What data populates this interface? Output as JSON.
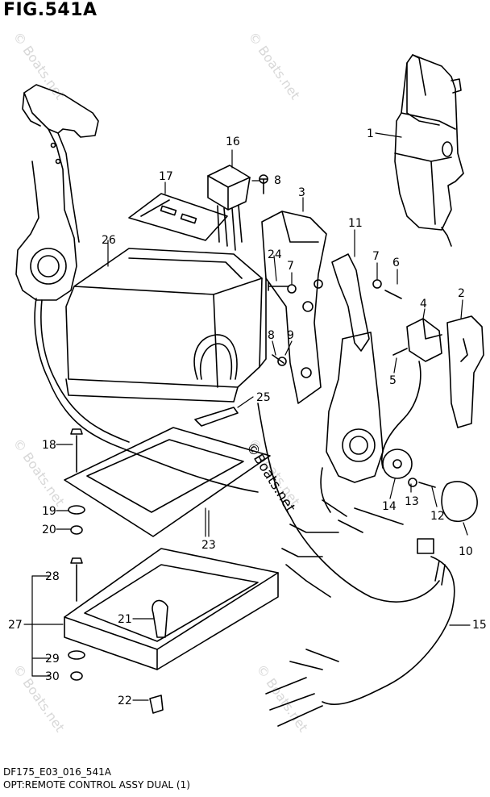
{
  "figure": {
    "title": "FIG.541A",
    "caption_code": "DF175_E03_016_541A",
    "caption_desc": "OPT:REMOTE CONTROL ASSY DUAL (1)",
    "watermark_main": "©Boats.net",
    "watermark_faint": "© Boats.net"
  },
  "callouts": [
    {
      "id": "1",
      "label": "1"
    },
    {
      "id": "2",
      "label": "2"
    },
    {
      "id": "3",
      "label": "3"
    },
    {
      "id": "4",
      "label": "4"
    },
    {
      "id": "5",
      "label": "5"
    },
    {
      "id": "6",
      "label": "6"
    },
    {
      "id": "7a",
      "label": "7"
    },
    {
      "id": "7b",
      "label": "7"
    },
    {
      "id": "8a",
      "label": "8"
    },
    {
      "id": "8b",
      "label": "8"
    },
    {
      "id": "9",
      "label": "9"
    },
    {
      "id": "10",
      "label": "10"
    },
    {
      "id": "11",
      "label": "11"
    },
    {
      "id": "12",
      "label": "12"
    },
    {
      "id": "13",
      "label": "13"
    },
    {
      "id": "14",
      "label": "14"
    },
    {
      "id": "15",
      "label": "15"
    },
    {
      "id": "16",
      "label": "16"
    },
    {
      "id": "17",
      "label": "17"
    },
    {
      "id": "18",
      "label": "18"
    },
    {
      "id": "19",
      "label": "19"
    },
    {
      "id": "20",
      "label": "20"
    },
    {
      "id": "21",
      "label": "21"
    },
    {
      "id": "22",
      "label": "22"
    },
    {
      "id": "23",
      "label": "23"
    },
    {
      "id": "24",
      "label": "24"
    },
    {
      "id": "25",
      "label": "25"
    },
    {
      "id": "26",
      "label": "26"
    },
    {
      "id": "27",
      "label": "27"
    },
    {
      "id": "28",
      "label": "28"
    },
    {
      "id": "29",
      "label": "29"
    },
    {
      "id": "30",
      "label": "30"
    }
  ]
}
